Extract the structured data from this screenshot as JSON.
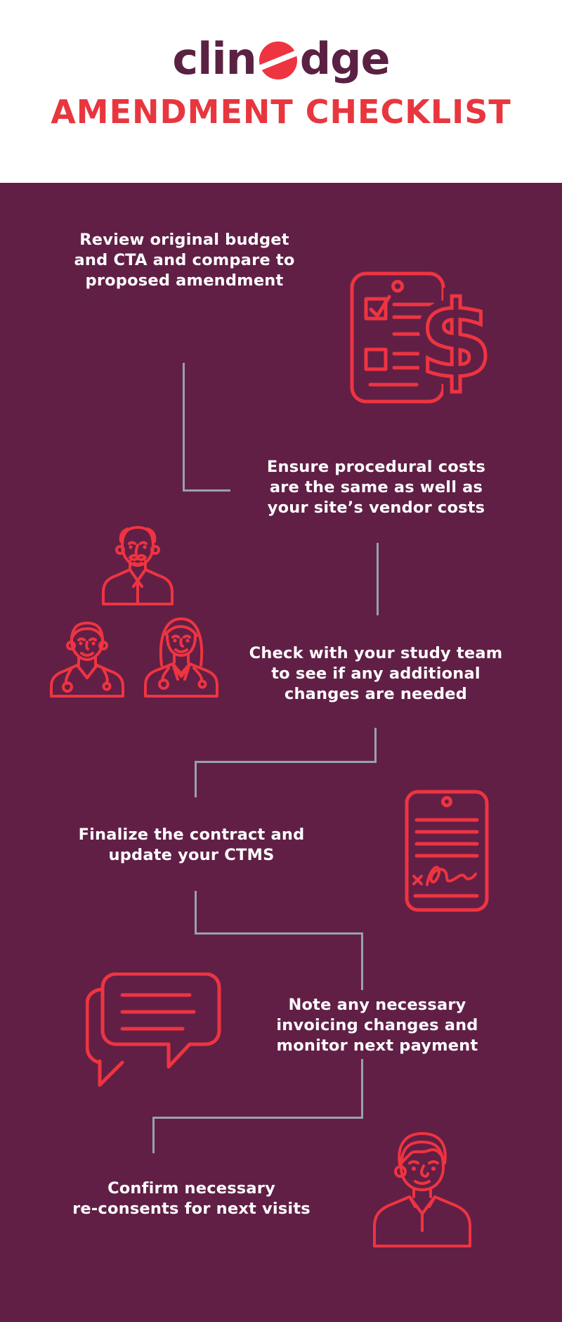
{
  "colors": {
    "background": "#611F46",
    "header_background": "#FFFFFF",
    "icon_red": "#EE3440",
    "logo_purple": "#5A2143",
    "title_red": "#E8363F",
    "connector_gray": "#98A1AE",
    "text_white": "#FFFFFF"
  },
  "header": {
    "logo_pre": "clin",
    "logo_mark": "e",
    "logo_post": "dge",
    "title": "AMENDMENT CHECKLIST"
  },
  "steps": [
    {
      "text": [
        "Review original budget",
        "and CTA and compare to",
        "proposed amendment"
      ],
      "icon": "clipboard-dollar-icon"
    },
    {
      "text": [
        "Ensure procedural costs",
        "are the same as well as",
        "your site’s vendor costs"
      ],
      "icon": ""
    },
    {
      "text": [
        "Check with your study team",
        "to see if any additional",
        "changes are needed"
      ],
      "icon": "study-team-icons"
    },
    {
      "text": [
        "Finalize the contract and",
        "update your CTMS"
      ],
      "icon": "contract-signature-icon"
    },
    {
      "text": [
        "Note any necessary",
        "invoicing changes and",
        "monitor next payment"
      ],
      "icon": "chat-bubbles-icon"
    },
    {
      "text": [
        "Confirm necessary",
        "re-consents for next visits"
      ],
      "icon": "young-man-icon"
    }
  ]
}
